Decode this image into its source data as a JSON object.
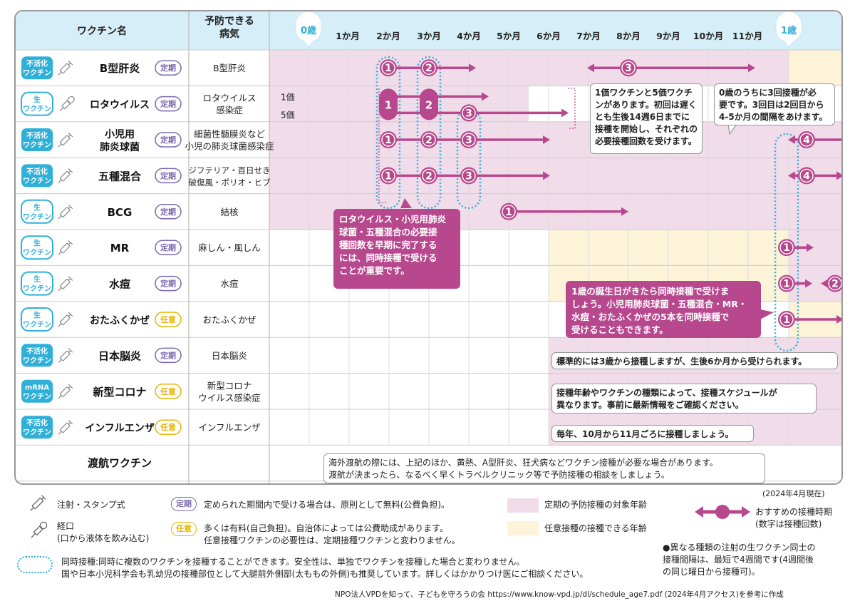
{
  "header": {
    "vaccine_col": "ワクチン名",
    "disease_col": "予防できる\n病気",
    "ages": [
      "0歳",
      "1か月",
      "2か月",
      "3か月",
      "4か月",
      "5か月",
      "6か月",
      "7か月",
      "8か月",
      "9か月",
      "10か月",
      "11か月",
      "1歳"
    ]
  },
  "rows": [
    {
      "badge": "不活化\nワクチン",
      "badge_type": "inact",
      "method": "injection",
      "name": "B型肝炎",
      "kind": "定期",
      "disease": "B型肝炎"
    },
    {
      "badge": "生\nワクチン",
      "badge_type": "live",
      "method": "oral",
      "name": "ロタウイルス",
      "kind": "定期",
      "disease": "ロタウイルス\n感染症",
      "subs": [
        "1価",
        "5価"
      ]
    },
    {
      "badge": "不活化\nワクチン",
      "badge_type": "inact",
      "method": "injection",
      "name": "小児用\n肺炎球菌",
      "kind": "定期",
      "disease": "細菌性髄膜炎など\n小児の肺炎球菌感染症"
    },
    {
      "badge": "不活化\nワクチン",
      "badge_type": "inact",
      "method": "injection",
      "name": "五種混合",
      "kind": "定期",
      "disease": "ジフテリア・百日せき\n破傷風・ポリオ・ヒブ"
    },
    {
      "badge": "生\nワクチン",
      "badge_type": "live",
      "method": "stamp",
      "name": "BCG",
      "kind": "定期",
      "disease": "結核"
    },
    {
      "badge": "生\nワクチン",
      "badge_type": "live",
      "method": "injection",
      "name": "MR",
      "kind": "定期",
      "disease": "麻しん・風しん"
    },
    {
      "badge": "生\nワクチン",
      "badge_type": "live",
      "method": "injection",
      "name": "水痘",
      "kind": "定期",
      "disease": "水痘"
    },
    {
      "badge": "生\nワクチン",
      "badge_type": "live",
      "method": "injection",
      "name": "おたふくかぜ",
      "kind": "任意",
      "disease": "おたふくかぜ"
    },
    {
      "badge": "不活化\nワクチン",
      "badge_type": "inact",
      "method": "injection",
      "name": "日本脳炎",
      "kind": "定期",
      "disease": "日本脳炎"
    },
    {
      "badge": "mRNA\nワクチン",
      "badge_type": "inact",
      "method": "injection",
      "name": "新型コロナ",
      "kind": "任意",
      "disease": "新型コロナ\nウイルス感染症"
    },
    {
      "badge": "不活化\nワクチン",
      "badge_type": "inact",
      "method": "injection",
      "name": "インフルエンザ",
      "kind": "任意",
      "disease": "インフルエンザ"
    }
  ],
  "travel": {
    "name": "渡航ワクチン",
    "text": "海外渡航の際には、上記のほか、黄熱、A型肝炎、狂犬病などワクチン接種が必要な場合があります。\n渡航が決まったら、なるべく早くトラベルクリニック等で予防接種の相談をしましょう。"
  },
  "notes": {
    "rota": "1価ワクチンと5価ワクチ\nンがあります。初回は遅く\nとも生後14週6日までに\n接種を開始し、それぞれの\n必要接種回数を受けます。",
    "hepb": "0歳のうちに3回接種が必\n要です。3回目は2回目から\n4-5か月の間隔をあけます。",
    "simul": "ロタウイルス・小児用肺炎\n球菌・五種混合の必要接\n種回数を早期に完了する\nには、同時接種で受ける\nことが重要です。",
    "oneyear": "1歳の誕生日がきたら同時接種で受けま\nしょう。小児用肺炎球菌・五種混合・MR・\n水痘・おたふくかぜの5本を同時接種で\n受けることもできます。",
    "je": "標準的には3歳から接種しますが、生後6か月から受けられます。",
    "covid": "接種年齢やワクチンの種類によって、接種スケジュールが\n異なります。事前に最新情報をご確認ください。",
    "flu": "毎年、10月から11月ごろに接種しましょう。"
  },
  "legend": {
    "injection": "注射・スタンプ式",
    "oral": "経口\n(口から液体を飲み込む)",
    "teiki_badge": "定期",
    "teiki": "定められた期間内で受ける場合は、原則として無料(公費負担)。",
    "nini_badge": "任意",
    "nini": "多くは有料(自己負担)。自治体によっては公費助成があります。\n任意接種ワクチンの必要性は、定期接種ワクチンと変わりません。",
    "pink": "定期の予防接種の対象年齢",
    "cream": "任意接種の接種できる年齢",
    "date": "(2024年4月現在)",
    "arrow": "おすすめの接種時期\n(数字は接種回数)",
    "simul": "同時接種:同時に複数のワクチンを接種することができます。安全性は、単独でワクチンを接種した場合と変わりません。\n国や日本小児科学会も乳幼児の接種部位として大腿前外側部(太ももの外側)も推奨しています。詳しくはかかりつけ医にご相談ください。",
    "interval": "●異なる種類の注射の生ワクチン同士の\n接種間隔は、最短で4週間です(4週間後\nの同じ曜日から接種可)。",
    "source": "NPO法人VPDを知って、子どもを守ろうの会 https://www.know-vpd.jp/dl/schedule_age7.pdf (2024年4月アクセス)を参考に作成"
  },
  "colors": {
    "pink": "#f1dcea",
    "cream": "#fcf3d8",
    "magenta": "#b8488e",
    "cyan": "#2fb0d8",
    "header": "#d6eef7",
    "purple": "#7b6ab0",
    "yellow": "#e8b400"
  }
}
